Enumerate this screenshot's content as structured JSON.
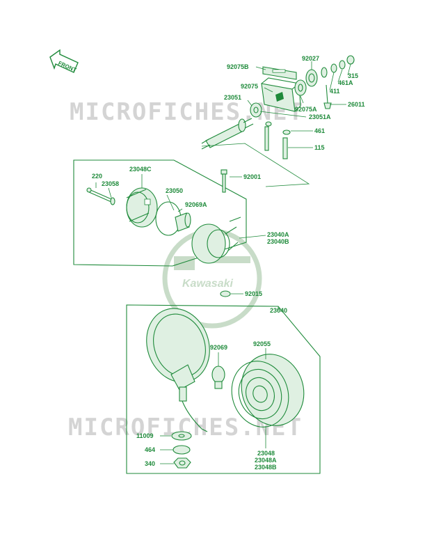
{
  "watermark": {
    "text": "MICROFICHES.NET",
    "logo_text": "Kawasaki"
  },
  "front_arrow": {
    "label": "FRONT"
  },
  "parts": [
    {
      "id": "p92075B",
      "number": "92075B"
    },
    {
      "id": "p92027",
      "number": "92027"
    },
    {
      "id": "p315",
      "number": "315"
    },
    {
      "id": "p461A",
      "number": "461A"
    },
    {
      "id": "p411",
      "number": "411"
    },
    {
      "id": "p92075",
      "number": "92075"
    },
    {
      "id": "p23051",
      "number": "23051"
    },
    {
      "id": "p26011",
      "number": "26011"
    },
    {
      "id": "p92075A",
      "number": "92075A"
    },
    {
      "id": "p23051A",
      "number": "23051A"
    },
    {
      "id": "p461",
      "number": "461"
    },
    {
      "id": "p115",
      "number": "115"
    },
    {
      "id": "p220",
      "number": "220"
    },
    {
      "id": "p23048C",
      "number": "23048C"
    },
    {
      "id": "p23058",
      "number": "23058"
    },
    {
      "id": "p23050",
      "number": "23050"
    },
    {
      "id": "p92069A",
      "number": "92069A"
    },
    {
      "id": "p92001",
      "number": "92001"
    },
    {
      "id": "p23040A",
      "number": "23040A"
    },
    {
      "id": "p23040B",
      "number": "23040B"
    },
    {
      "id": "p92015",
      "number": "92015"
    },
    {
      "id": "p23040",
      "number": "23040"
    },
    {
      "id": "p92069",
      "number": "92069"
    },
    {
      "id": "p92055",
      "number": "92055"
    },
    {
      "id": "p11009",
      "number": "11009"
    },
    {
      "id": "p464",
      "number": "464"
    },
    {
      "id": "p340",
      "number": "340"
    },
    {
      "id": "p23048",
      "number": "23048"
    },
    {
      "id": "p23048A",
      "number": "23048A"
    },
    {
      "id": "p23048B",
      "number": "23048B"
    }
  ],
  "colors": {
    "line": "#1e8a3a",
    "watermark": "#d4d4d4",
    "background": "#ffffff"
  }
}
